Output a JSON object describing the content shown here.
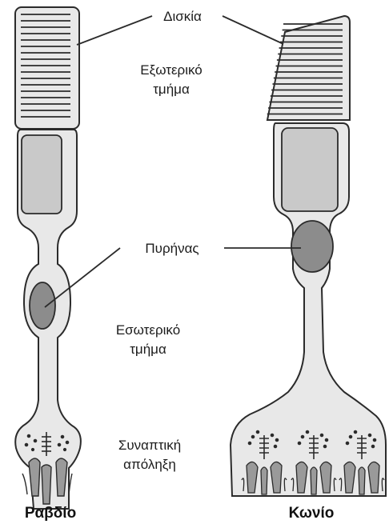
{
  "labels": {
    "disks": "Δισκία",
    "outer_line1": "Εξωτερικό",
    "outer_line2": "τμήμα",
    "nucleus": "Πυρήνας",
    "inner_line1": "Εσωτερικό",
    "inner_line2": "τμήμα",
    "synaptic_line1": "Συναπτική",
    "synaptic_line2": "απόληξη"
  },
  "captions": {
    "rod": "Ραβδίο",
    "cone": "Κωνίο"
  },
  "colors": {
    "cell_fill": "#e8e8e8",
    "block_fill": "#c9c9c9",
    "nucleus_fill": "#8c8c8c",
    "outline": "#2b2b2b"
  }
}
